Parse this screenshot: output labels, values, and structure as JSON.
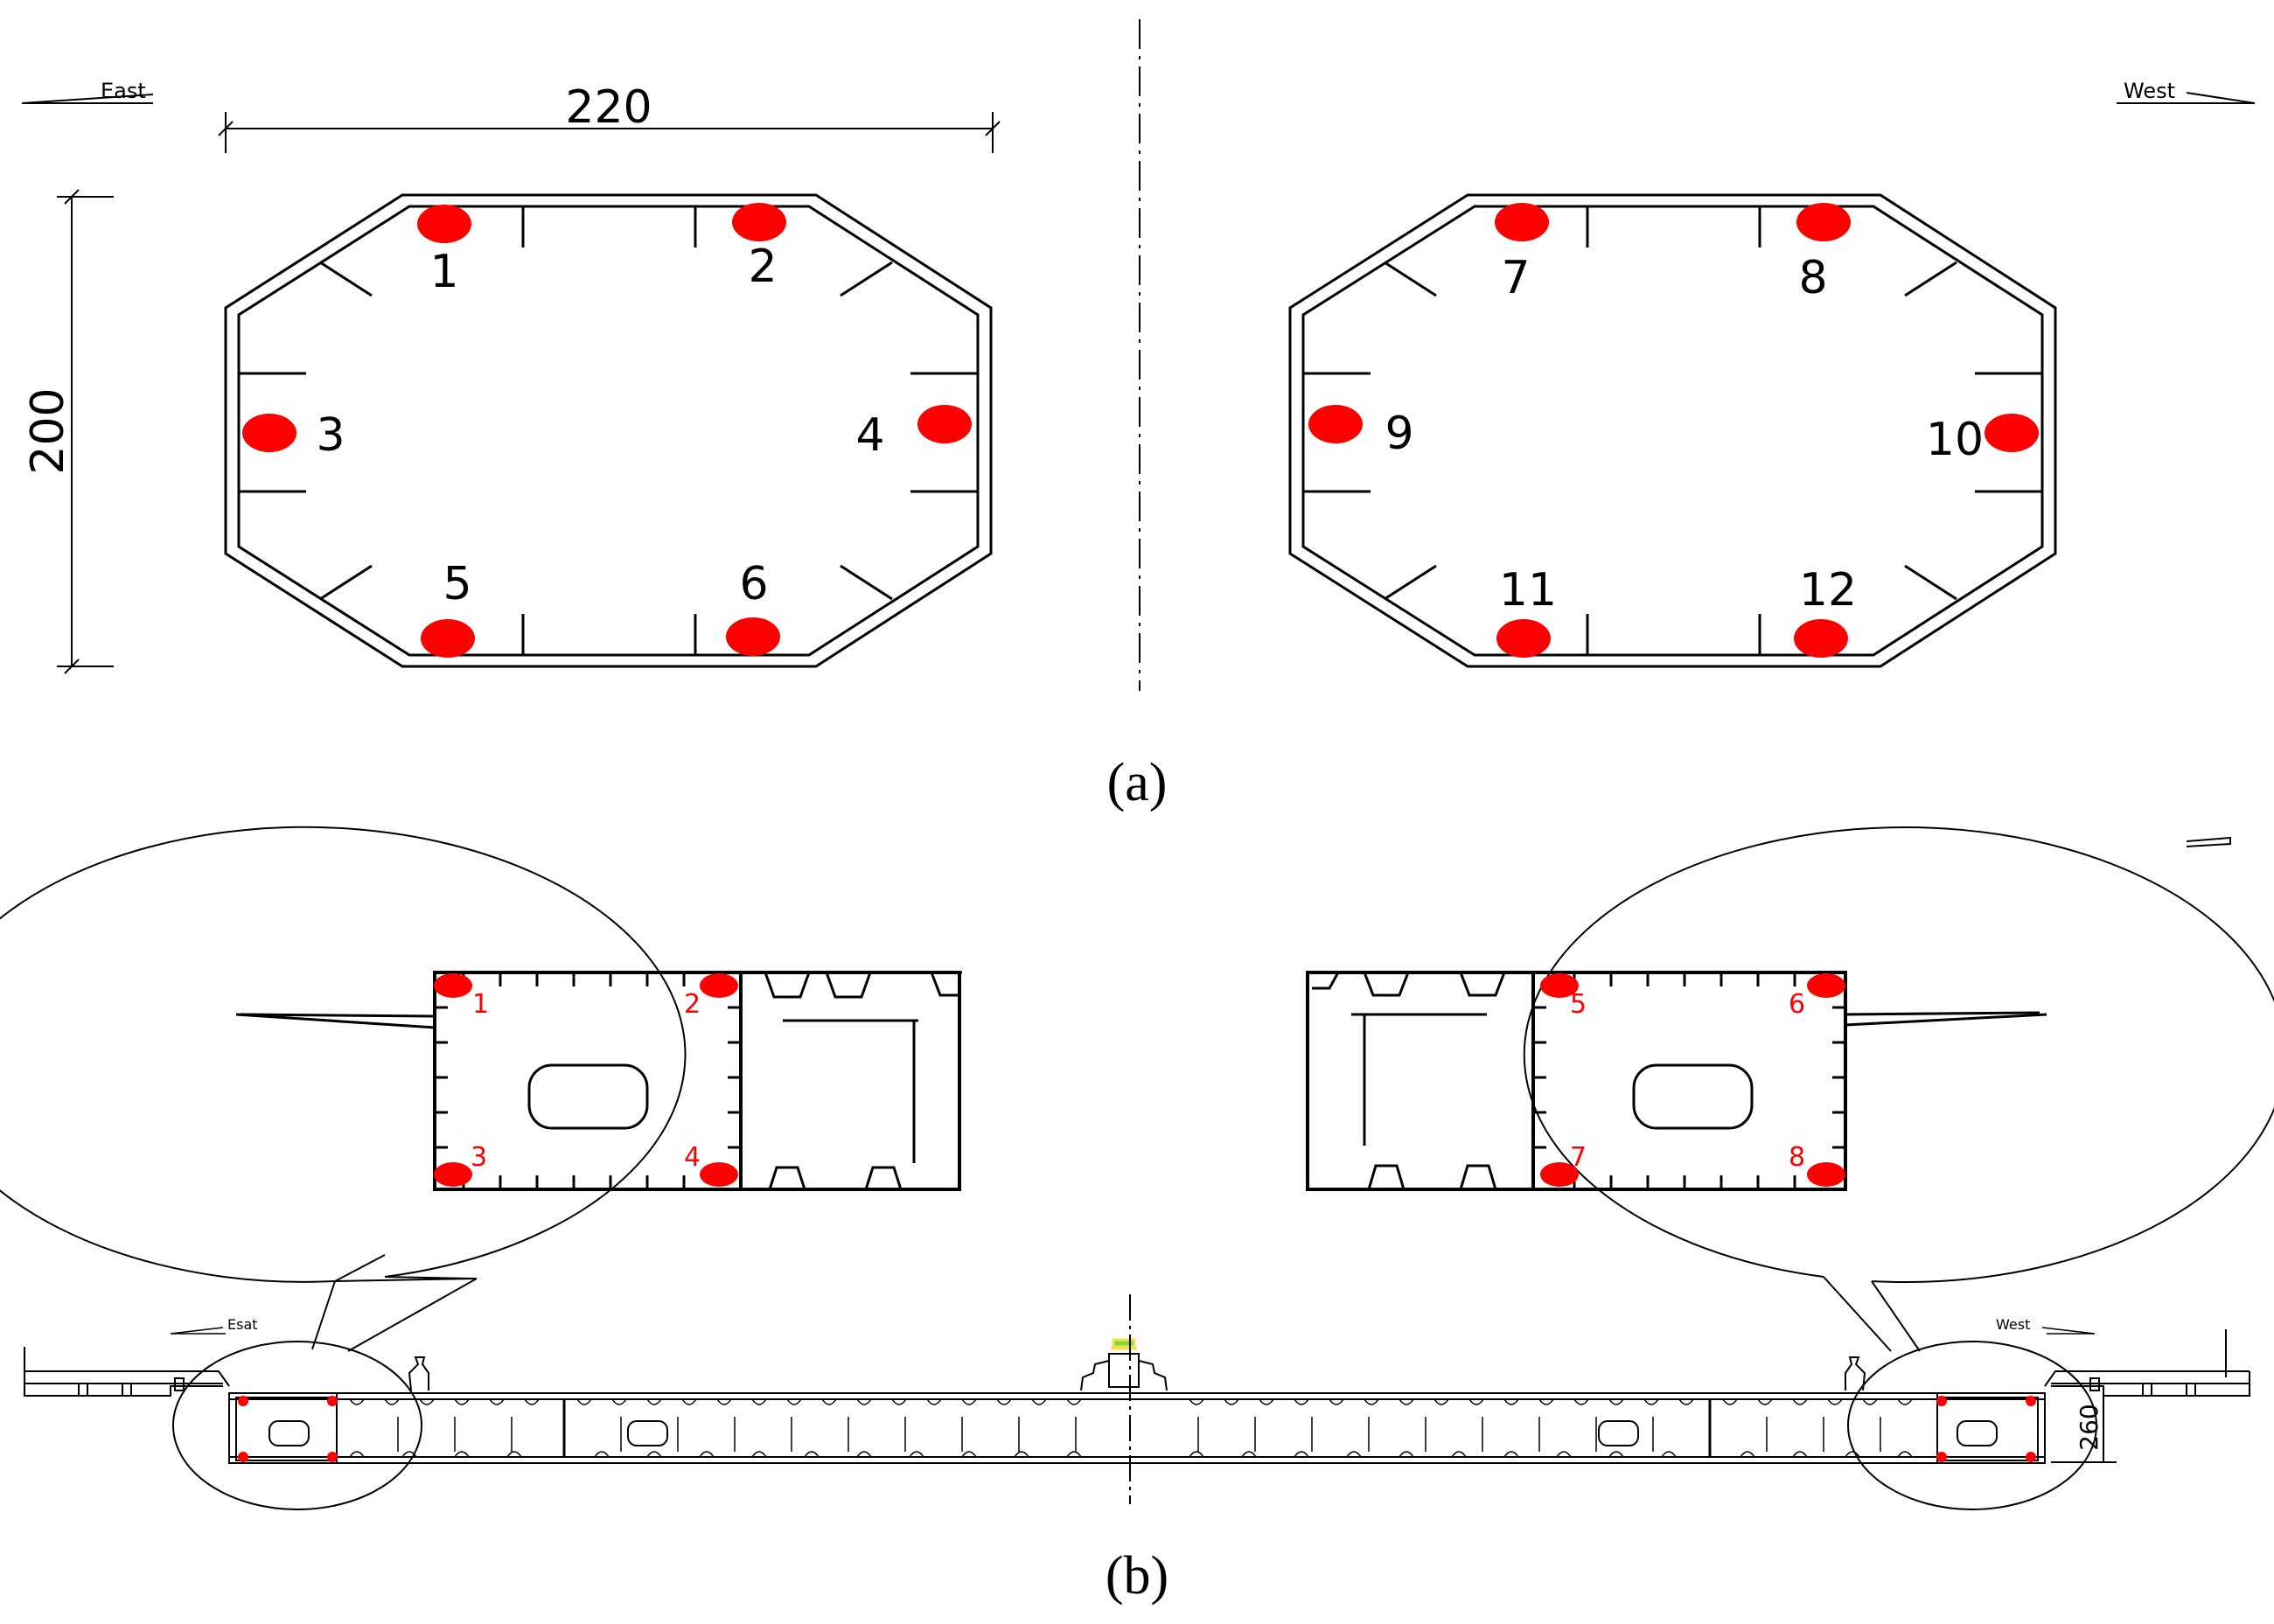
{
  "panel_a": {
    "caption": "(a)",
    "east_label": "East",
    "west_label": "West",
    "dim_width": "220",
    "dim_height": "200",
    "east_points": [
      "1",
      "2",
      "3",
      "4",
      "5",
      "6"
    ],
    "west_points": [
      "7",
      "8",
      "9",
      "10",
      "11",
      "12"
    ]
  },
  "panel_b": {
    "caption": "(b)",
    "east_label": "Esat",
    "west_label": "West",
    "dim_depth": "260",
    "left_zoom_points": [
      "1",
      "2",
      "3",
      "4"
    ],
    "right_zoom_points": [
      "5",
      "6",
      "7",
      "8"
    ]
  },
  "colors": {
    "sensor": "#ff0000",
    "line": "#000000",
    "accent_green": "#7ddc3a",
    "accent_yellow": "#f2e14a"
  }
}
